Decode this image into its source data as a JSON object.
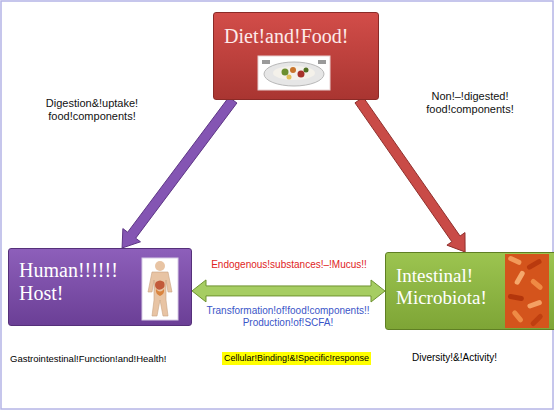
{
  "diagram": {
    "nodes": [
      {
        "text": [
          "Diet!and!Food!"
        ]
      },
      {
        "text": [
          "Human!!!!!! Host!"
        ]
      },
      {
        "text": [
          "Intestinal! Microbiota!"
        ]
      }
    ],
    "edges": [
      {
        "from": 0,
        "to": 1,
        "arrow": "to",
        "label": "Digestion&!uptake! food!components!"
      },
      {
        "from": 0,
        "to": 2,
        "arrow": "to",
        "label": "Non!–!digested! food!components!"
      },
      {
        "from": 1,
        "to": 2,
        "arrow": "both",
        "label": "Endogenous!substances!–!Mucus!!"
      }
    ],
    "labels": [
      "Transformation!of!food!components!! Production!of!SCFA!",
      "Cellular!Binding!&!Specific!response",
      "Gastrointestinal!Function!and!Health!",
      "Diversity!&!Activity!"
    ]
  }
}
